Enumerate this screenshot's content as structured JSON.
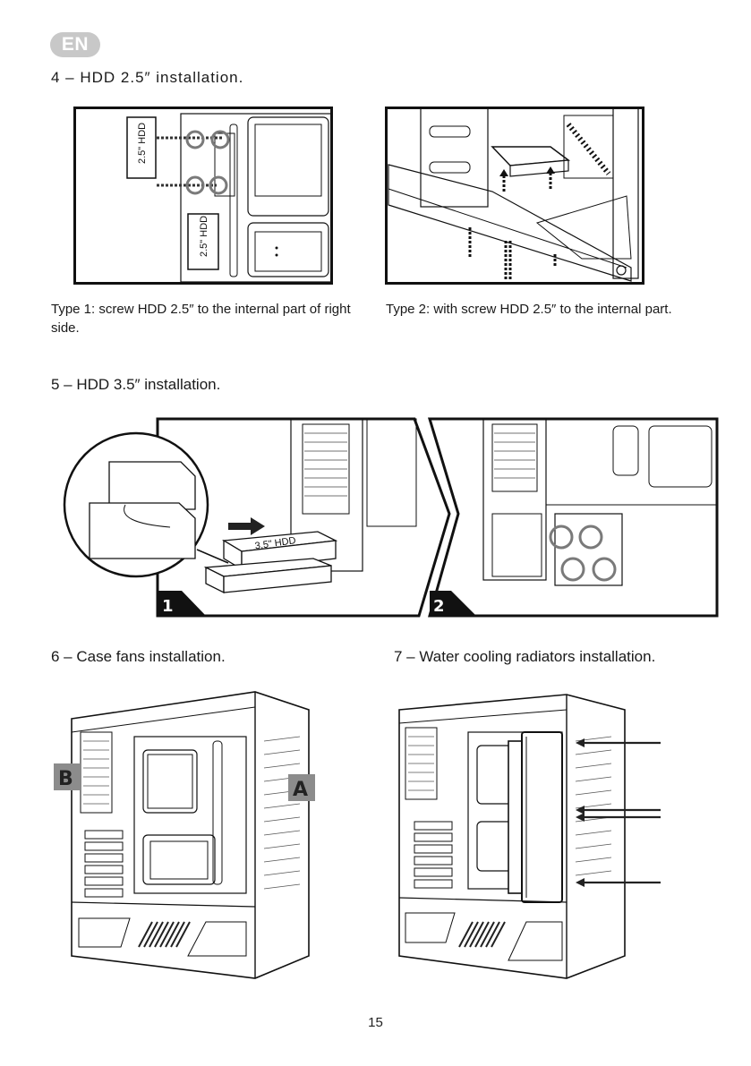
{
  "language_badge": "EN",
  "sections": {
    "hdd25": {
      "title": "4 – HDD 2.5″ installation.",
      "figures": [
        {
          "name": "type-1-figure",
          "caption": "Type 1: screw HDD 2.5″ to the internal part of right side.",
          "labels": [
            "2.5\" HDD",
            "2.5\" HDD"
          ]
        },
        {
          "name": "type-2-figure",
          "caption": "Type 2: with screw HDD 2.5″ to the internal part."
        }
      ]
    },
    "hdd35": {
      "title": "5 – HDD 3.5″ installation.",
      "steps": [
        {
          "number": "1",
          "drive_label": "3.5\" HDD"
        },
        {
          "number": "2"
        }
      ]
    },
    "case_fans": {
      "title": "6 – Case fans installation.",
      "labels": [
        "B",
        "A"
      ]
    },
    "water_cooling": {
      "title": "7 – Water cooling radiators installation."
    }
  },
  "page_number": "15",
  "colors": {
    "badge_bg": "#c8c8c8",
    "label_bg": "#8c8c8c",
    "circle_marker": "#7a7a7a",
    "line": "#111111"
  }
}
